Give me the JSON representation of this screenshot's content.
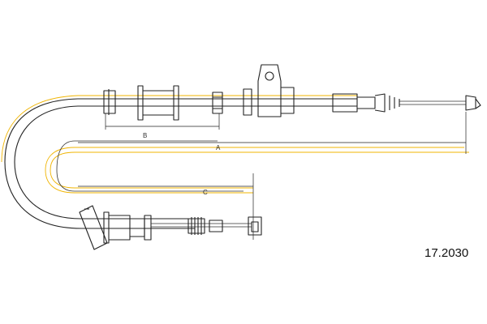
{
  "diagram": {
    "part_number": "17.2030",
    "dimension_labels": {
      "b": "B",
      "a": "A",
      "c": "C"
    },
    "colors": {
      "line": "#222222",
      "reference": "#f0b400",
      "background": "#ffffff"
    }
  }
}
